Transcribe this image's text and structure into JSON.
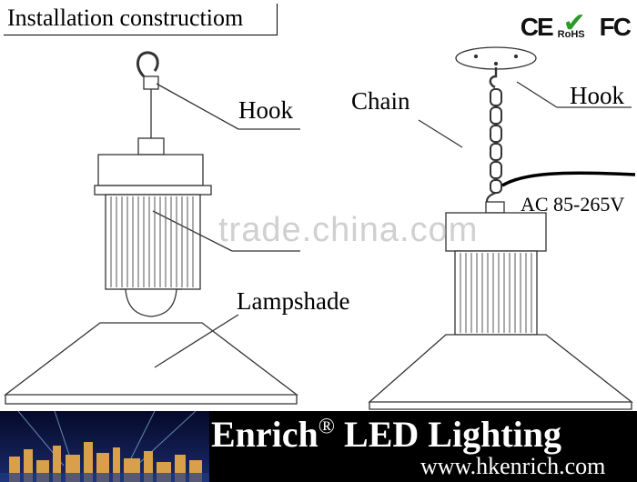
{
  "title": "Installation constructiom",
  "certifications": {
    "ce": "CE",
    "rohs": "RoHS",
    "fc": "FC"
  },
  "labels": {
    "hook_left": "Hook",
    "hook_right": "Hook",
    "chain": "Chain",
    "voltage": "AC 85-265V",
    "lampshade": "Lampshade"
  },
  "watermark": "trade.china.com",
  "banner": {
    "brand": "Enrich",
    "reg_mark": "®",
    "product": "LED Lighting",
    "url": "www.hkenrich.com"
  },
  "colors": {
    "banner_bg": "#000000",
    "line": "#333333",
    "check_green": "#2a9a2a"
  }
}
